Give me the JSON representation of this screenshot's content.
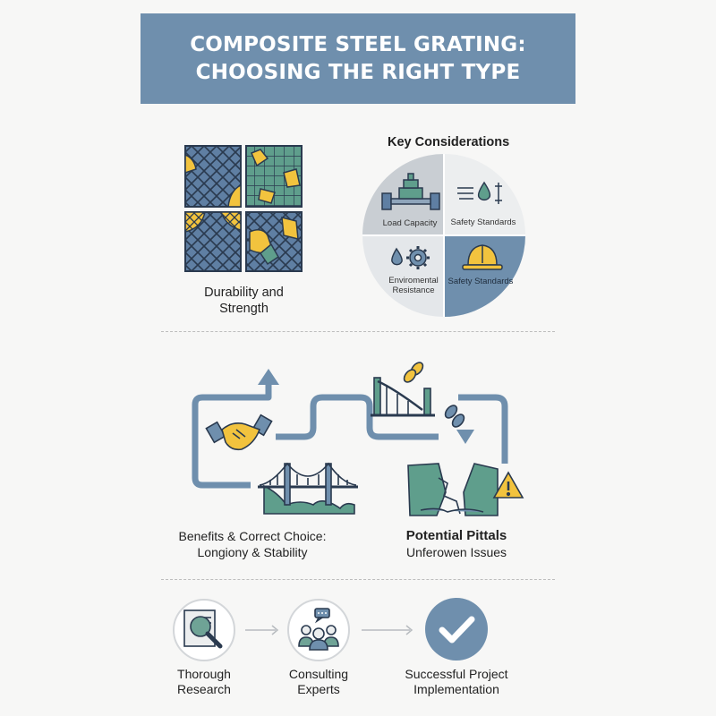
{
  "title": {
    "line1": "COMPOSITE STEEL GRATING:",
    "line2": "CHOOSING THE RIGHT TYPE"
  },
  "durability": {
    "line1": "Durability and",
    "line2": "Strength"
  },
  "key_considerations": {
    "title": "Key Considerations",
    "quadrants": [
      {
        "label": "Load Capacity",
        "icon": "load-capacity-icon"
      },
      {
        "label": "Safety Standards",
        "icon": "water-level-icon"
      },
      {
        "label_line1": "Enviromental",
        "label_line2": "Resistance",
        "icon": "drop-gear-icon"
      },
      {
        "label": "Safety Standards",
        "icon": "hard-hat-icon"
      }
    ]
  },
  "benefits": {
    "line1": "Benefits & Correct Choice:",
    "line2": "Longiony & Stability"
  },
  "pitfalls": {
    "title": "Potential Pittals",
    "subtitle": "Unferowen Issues"
  },
  "steps": [
    {
      "line1": "Thorough",
      "line2": "Research",
      "icon": "magnifier-document-icon"
    },
    {
      "line1": "Consulting",
      "line2": "Experts",
      "icon": "experts-group-icon"
    },
    {
      "line1": "Successful Project",
      "line2": "Implementation",
      "icon": "checkmark-icon"
    }
  ],
  "colors": {
    "steel_blue": "#6f8fad",
    "grating_yellow": "#f2c33e",
    "teal_green": "#5f9e8c",
    "banner_text": "#ffffff"
  }
}
